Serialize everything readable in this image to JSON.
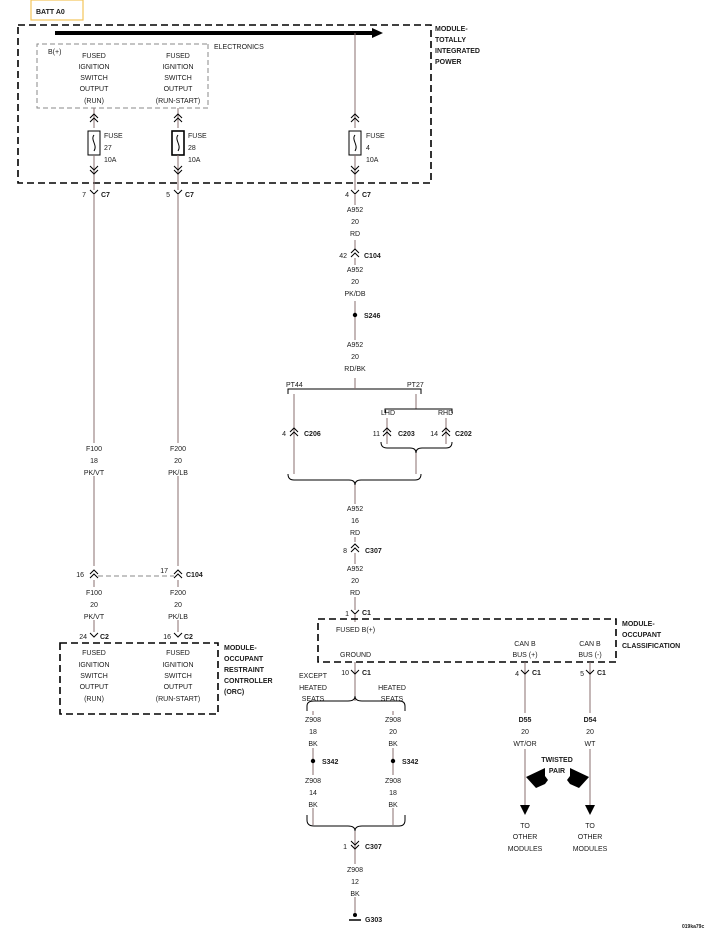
{
  "diagram": {
    "batt": "BATT A0",
    "tip_module": [
      "MODULE-",
      "TOTALLY",
      "INTEGRATED",
      "POWER"
    ],
    "electronics": "ELECTRONICS",
    "bplus": "B(+)",
    "tip_out_run": [
      "FUSED",
      "IGNITION",
      "SWITCH",
      "OUTPUT",
      "(RUN)"
    ],
    "tip_out_runstart": [
      "FUSED",
      "IGNITION",
      "SWITCH",
      "OUTPUT",
      "(RUN-START)"
    ],
    "fuse27": [
      "FUSE",
      "27",
      "10A"
    ],
    "fuse28": [
      "FUSE",
      "28",
      "10A"
    ],
    "fuse4": [
      "FUSE",
      "4",
      "10A"
    ],
    "c7_a": {
      "pin": "7",
      "name": "C7"
    },
    "c7_b": {
      "pin": "5",
      "name": "C7"
    },
    "c7_c": {
      "pin": "4",
      "name": "C7"
    },
    "w_a952_1": [
      "A952",
      "20",
      "RD"
    ],
    "c104_a": {
      "pin": "42",
      "name": "C104"
    },
    "w_a952_2": [
      "A952",
      "20",
      "PK/DB"
    ],
    "s246": "S246",
    "w_a952_3": [
      "A952",
      "20",
      "RD/BK"
    ],
    "pt44": "PT44",
    "pt27": "PT27",
    "lhd": "LHD",
    "rhd": "RHD",
    "c206": {
      "pin": "4",
      "name": "C206"
    },
    "c203": {
      "pin": "11",
      "name": "C203"
    },
    "c202": {
      "pin": "14",
      "name": "C202"
    },
    "w_f100_1": [
      "F100",
      "18",
      "PK/VT"
    ],
    "w_f200_1": [
      "F200",
      "20",
      "PK/LB"
    ],
    "w_a952_4": [
      "A952",
      "16",
      "RD"
    ],
    "c307_a": {
      "pin": "8",
      "name": "C307"
    },
    "c104_b1": {
      "pin": "16"
    },
    "c104_b2": {
      "pin": "17",
      "name": "C104"
    },
    "w_a952_5": [
      "A952",
      "20",
      "RD"
    ],
    "w_f100_2": [
      "F100",
      "20",
      "PK/VT"
    ],
    "w_f200_2": [
      "F200",
      "20",
      "PK/LB"
    ],
    "c2_a": {
      "pin": "24",
      "name": "C2"
    },
    "c2_b": {
      "pin": "16",
      "name": "C2"
    },
    "c1_in": {
      "pin": "1",
      "name": "C1"
    },
    "occ_module": [
      "MODULE-",
      "OCCUPANT",
      "CLASSIFICATION"
    ],
    "fused_bplus": "FUSED B(+)",
    "ground": "GROUND",
    "canb_plus": [
      "CAN B",
      "BUS (+)"
    ],
    "canb_minus": [
      "CAN B",
      "BUS (-)"
    ],
    "orc_module": [
      "MODULE-",
      "OCCUPANT",
      "RESTRAINT",
      "CONTROLLER",
      "(ORC)"
    ],
    "orc_out_run": [
      "FUSED",
      "IGNITION",
      "SWITCH",
      "OUTPUT",
      "(RUN)"
    ],
    "orc_out_runstart": [
      "FUSED",
      "IGNITION",
      "SWITCH",
      "OUTPUT",
      "(RUN-START)"
    ],
    "c1_gnd": {
      "pin": "10",
      "name": "C1"
    },
    "c1_canp": {
      "pin": "4",
      "name": "C1"
    },
    "c1_canm": {
      "pin": "5",
      "name": "C1"
    },
    "except_heated": [
      "EXCEPT",
      "HEATED",
      "SEATS"
    ],
    "heated": [
      "HEATED",
      "SEATS"
    ],
    "w_z908_a": [
      "Z908",
      "18",
      "BK"
    ],
    "w_z908_b": [
      "Z908",
      "20",
      "BK"
    ],
    "s342_a": "S342",
    "s342_b": "S342",
    "w_z908_c": [
      "Z908",
      "14",
      "BK"
    ],
    "w_z908_d": [
      "Z908",
      "18",
      "BK"
    ],
    "w_d55": [
      "D55",
      "20",
      "WT/OR"
    ],
    "w_d54": [
      "D54",
      "20",
      "WT"
    ],
    "twisted": [
      "TWISTED",
      "PAIR"
    ],
    "to_other_a": [
      "TO",
      "OTHER",
      "MODULES"
    ],
    "to_other_b": [
      "TO",
      "OTHER",
      "MODULES"
    ],
    "c307_b": {
      "pin": "1",
      "name": "C307"
    },
    "w_z908_e": [
      "Z908",
      "12",
      "BK"
    ],
    "g303": "G303",
    "fig_id": "019ka79c"
  }
}
